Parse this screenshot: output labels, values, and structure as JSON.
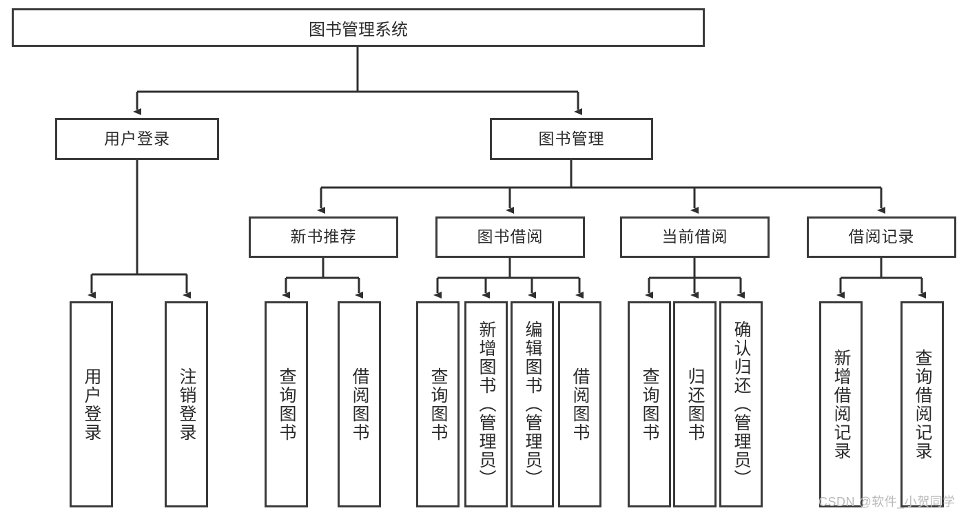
{
  "diagram": {
    "type": "tree",
    "title": "图书管理系统",
    "colors": {
      "box_border": "#3a3a3a",
      "box_fill": "#ffffff",
      "line": "#2f2f2f",
      "text": "#2b2b2b",
      "watermark": "#b9b9b9"
    },
    "root": {
      "label": "图书管理系统"
    },
    "level2": [
      {
        "label": "用户登录"
      },
      {
        "label": "图书管理"
      }
    ],
    "level3": [
      {
        "label": "新书推荐"
      },
      {
        "label": "图书借阅"
      },
      {
        "label": "当前借阅"
      },
      {
        "label": "借阅记录"
      }
    ],
    "leaves": [
      {
        "label": "用户登录",
        "parent": "用户登录"
      },
      {
        "label": "注销登录",
        "parent": "用户登录"
      },
      {
        "label": "查询图书",
        "parent": "新书推荐"
      },
      {
        "label": "借阅图书",
        "parent": "新书推荐"
      },
      {
        "label": "查询图书",
        "parent": "图书借阅"
      },
      {
        "label": "新增图书（管理员）",
        "parent": "图书借阅"
      },
      {
        "label": "编辑图书（管理员）",
        "parent": "图书借阅"
      },
      {
        "label": "借阅图书",
        "parent": "图书借阅"
      },
      {
        "label": "查询图书",
        "parent": "当前借阅"
      },
      {
        "label": "归还图书",
        "parent": "当前借阅"
      },
      {
        "label": "确认归还（管理员）",
        "parent": "当前借阅"
      },
      {
        "label": "新增借阅记录",
        "parent": "借阅记录"
      },
      {
        "label": "查询借阅记录",
        "parent": "借阅记录"
      }
    ]
  },
  "watermark": {
    "text": "CSDN @软件_小贺同学"
  }
}
